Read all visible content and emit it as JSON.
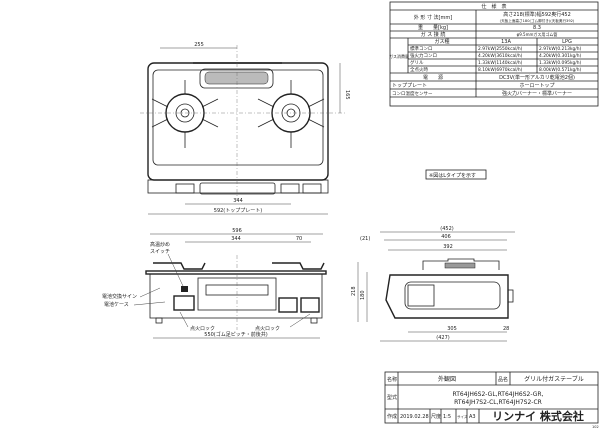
{
  "spec_table": {
    "title": "仕　様　表",
    "rows": {
      "outer_dim_label": "外 形 寸 法[mm]",
      "outer_dim_value1": "高さ218(標準)幅592奥行452",
      "outer_dim_value2": "(天板上面高さ180(ゴム脚付き)(天板奥行392)",
      "weight_label": "重　　量[kg]",
      "weight_value": "8.3",
      "gas_conn_label": "ガ ス 接 続",
      "gas_conn_value": "φ9.5mmガス用ゴム管",
      "gas_consumption_label": "ガス消費量",
      "gas_type_label": "ガス種",
      "gas_types": [
        "13A",
        "LPG"
      ],
      "burners": [
        {
          "name": "標準コンロ",
          "v13a": "2.97kW(2550kcal/h)",
          "lpg": "2.97kW(0.213kg/h)"
        },
        {
          "name": "強火力コンロ",
          "v13a": "4.20kW(3610kcal/h)",
          "lpg": "4.20kW(0.301kg/h)"
        },
        {
          "name": "グリル",
          "v13a": "1.33kW(1140kcal/h)",
          "lpg": "1.33kW(0.095kg/h)"
        },
        {
          "name": "全点火時",
          "v13a": "8.10kW(6970kcal/h)",
          "lpg": "8.00kW(0.571kg/h)"
        }
      ],
      "power_label": "電　　源",
      "power_value": "DC3V(単一形アルカリ乾電池2個)",
      "top_plate_label": "トッププレート",
      "top_plate_value": "ホーロートップ",
      "sensor_label": "コンロ温度センサー",
      "sensor_value": "強火力バーナー・標準バーナー"
    }
  },
  "note": "※図はLタイプを示す",
  "top_view": {
    "dim_255": "255",
    "dim_165": "165",
    "dim_344": "344",
    "dim_592": "592(トッププレート)"
  },
  "front_view": {
    "dim_596": "596",
    "dim_344": "344",
    "dim_70": "70",
    "dim_550": "550(ゴム足ピッチ・前後共)",
    "label_switch1": "高温炒め",
    "label_switch2": "スイッチ",
    "label_battery_sign": "電池交換サイン",
    "label_battery_case": "電池ケース",
    "label_lock_left": "点火ロック",
    "label_lock_right": "点火ロック"
  },
  "side_view": {
    "dim_452": "(452)",
    "dim_406": "406",
    "dim_392": "392",
    "dim_21": "(21)",
    "dim_218": "218",
    "dim_180": "180",
    "dim_305": "305",
    "dim_28": "28",
    "dim_427": "(427)"
  },
  "title_block": {
    "name_label": "名称",
    "name_value": "外観図",
    "product_label": "品名",
    "product_value": "グリル付ガステーブル",
    "model_label": "型式",
    "model_line1": "RT64JH6S2-GL,RT64JH6S2-GR,",
    "model_line2": "RT64JH7S2-CL,RT64JH7S2-CR",
    "made_label": "作成",
    "date": "2019.02.28",
    "scale_label": "尺度",
    "scale": "1:5",
    "size_label": "サイズ",
    "size": "A3",
    "company": "リンナイ 株式会社",
    "sheet_code": "102"
  }
}
